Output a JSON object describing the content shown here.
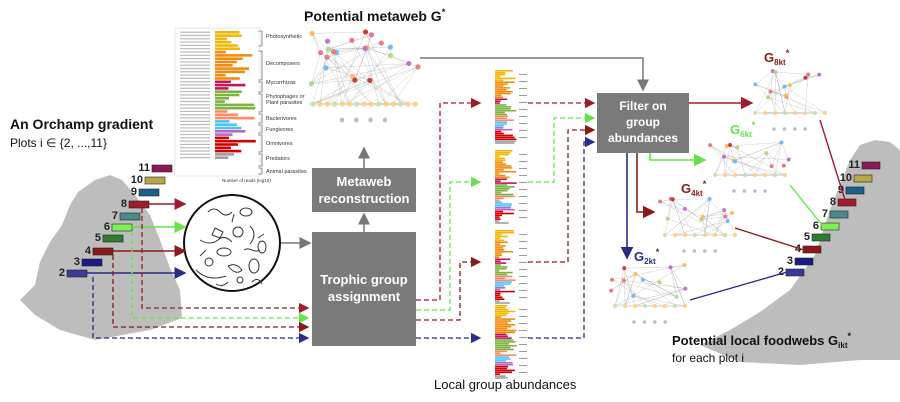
{
  "title_metaweb": "Potential metaweb G",
  "title_metaweb_sup": "*",
  "gradient_title": "An Orchamp gradient",
  "plots_label": "Plots i ∈ {2, ...,11}",
  "metaweb_reconstruction": [
    "Metaweb",
    "reconstruction"
  ],
  "trophic_group": [
    "Trophic group",
    "assignment"
  ],
  "filter_box": [
    "Filter on",
    "group",
    "abundances"
  ],
  "local_abundances": "Local group abundances",
  "local_foodwebs_title_a": "Potential local foodwebs G",
  "local_foodwebs_title_sub": "ikt",
  "local_foodwebs_title_sup": "*",
  "local_foodwebs_subtitle": "for each plot i",
  "trophic_categories": [
    "Photosynthetic",
    "Decomposers",
    "Mycorrhizas",
    "Phytophages or",
    "Plant parasites",
    "Bacterivores",
    "Fungivores",
    "Omnivores",
    "Predators",
    "Animal parasites"
  ],
  "bar_axis_label": "Number of reads (log10)",
  "plot_numbers": [
    "11",
    "10",
    "9",
    "8",
    "7",
    "6",
    "5",
    "4",
    "3",
    "2"
  ],
  "graph_labels": [
    {
      "base": "G",
      "sub": "8kt",
      "sup": "*"
    },
    {
      "base": "G",
      "sub": "6kt",
      "sup": "*"
    },
    {
      "base": "G",
      "sub": "4kt",
      "sup": "*"
    },
    {
      "base": "G",
      "sub": "2kt",
      "sup": "*"
    }
  ],
  "colors": {
    "plot11": "#8b1a5a",
    "plot10": "#b8a84a",
    "plot9": "#1f5f8b",
    "plot8": "#a01c2c",
    "plot7": "#4a8a8a",
    "plot6": "#7df05a",
    "plot5": "#2e7d32",
    "plot4": "#8b1a1a",
    "plot3": "#1a1a8b",
    "plot2": "#3a3a9b",
    "box": "#7a7a7a",
    "mountain": "#bdbdbd"
  }
}
